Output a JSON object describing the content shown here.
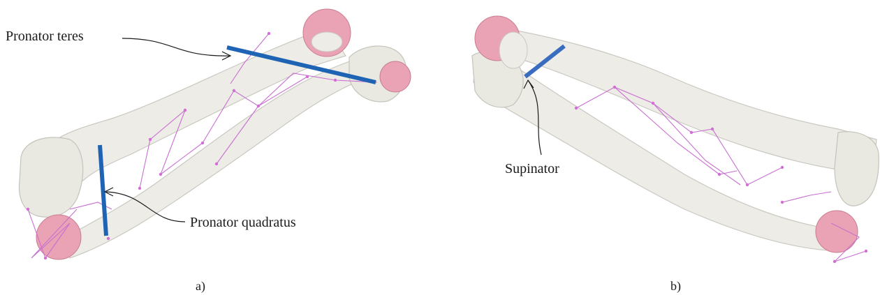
{
  "panels": [
    {
      "id": "a",
      "caption": "a)",
      "labels": {
        "top": "Pronator teres",
        "bottom": "Pronator quadratus"
      }
    },
    {
      "id": "b",
      "caption": "b)",
      "labels": {
        "main": "Supinator"
      }
    }
  ],
  "colors": {
    "muscle_line": "#1f64b4",
    "joint": "#e9a3b4",
    "ligament": "#c86fd1",
    "bone": "#edece6"
  }
}
